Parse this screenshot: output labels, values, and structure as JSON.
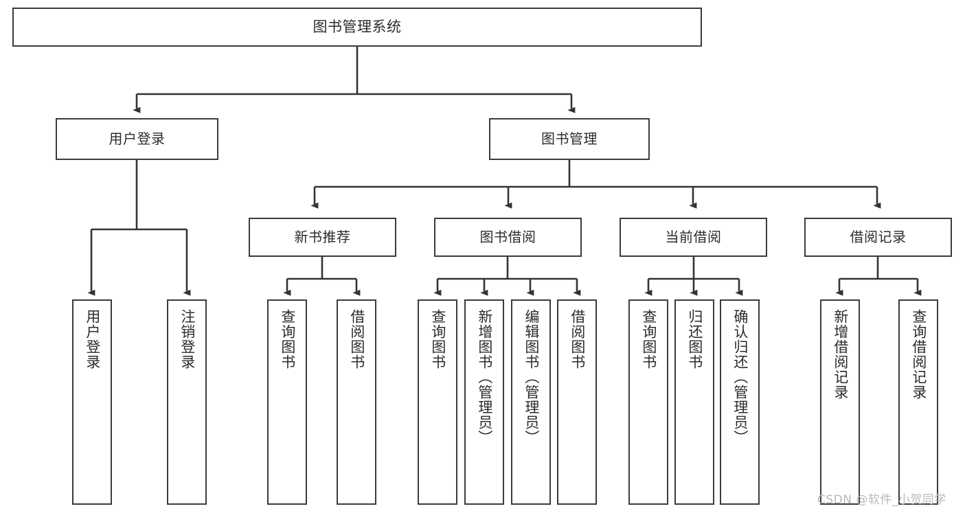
{
  "diagram": {
    "title": "图书管理系统",
    "type": "tree-hierarchy-chart",
    "watermark": "CSDN @软件_小贺同学",
    "colors": {
      "stroke": "#3b3b3b",
      "background": "#ffffff",
      "text": "#2b2b2b",
      "watermark": "#b9b9b9"
    },
    "root": {
      "label": "图书管理系统"
    },
    "level1": [
      {
        "label": "用户登录"
      },
      {
        "label": "图书管理"
      }
    ],
    "level2": [
      {
        "label": "新书推荐"
      },
      {
        "label": "图书借阅"
      },
      {
        "label": "当前借阅"
      },
      {
        "label": "借阅记录"
      }
    ],
    "leaves": {
      "user_login": [
        {
          "label": "用户登录"
        },
        {
          "label": "注销登录"
        }
      ],
      "new_book_recommend": [
        {
          "label": "查询图书"
        },
        {
          "label": "借阅图书"
        }
      ],
      "book_borrow": [
        {
          "label": "查询图书"
        },
        {
          "label": "新增图书（管理员）"
        },
        {
          "label": "编辑图书（管理员）"
        },
        {
          "label": "借阅图书"
        }
      ],
      "current_borrow": [
        {
          "label": "查询图书"
        },
        {
          "label": "归还图书"
        },
        {
          "label": "确认归还（管理员）"
        }
      ],
      "borrow_record": [
        {
          "label": "新增借阅记录"
        },
        {
          "label": "查询借阅记录"
        }
      ]
    }
  }
}
